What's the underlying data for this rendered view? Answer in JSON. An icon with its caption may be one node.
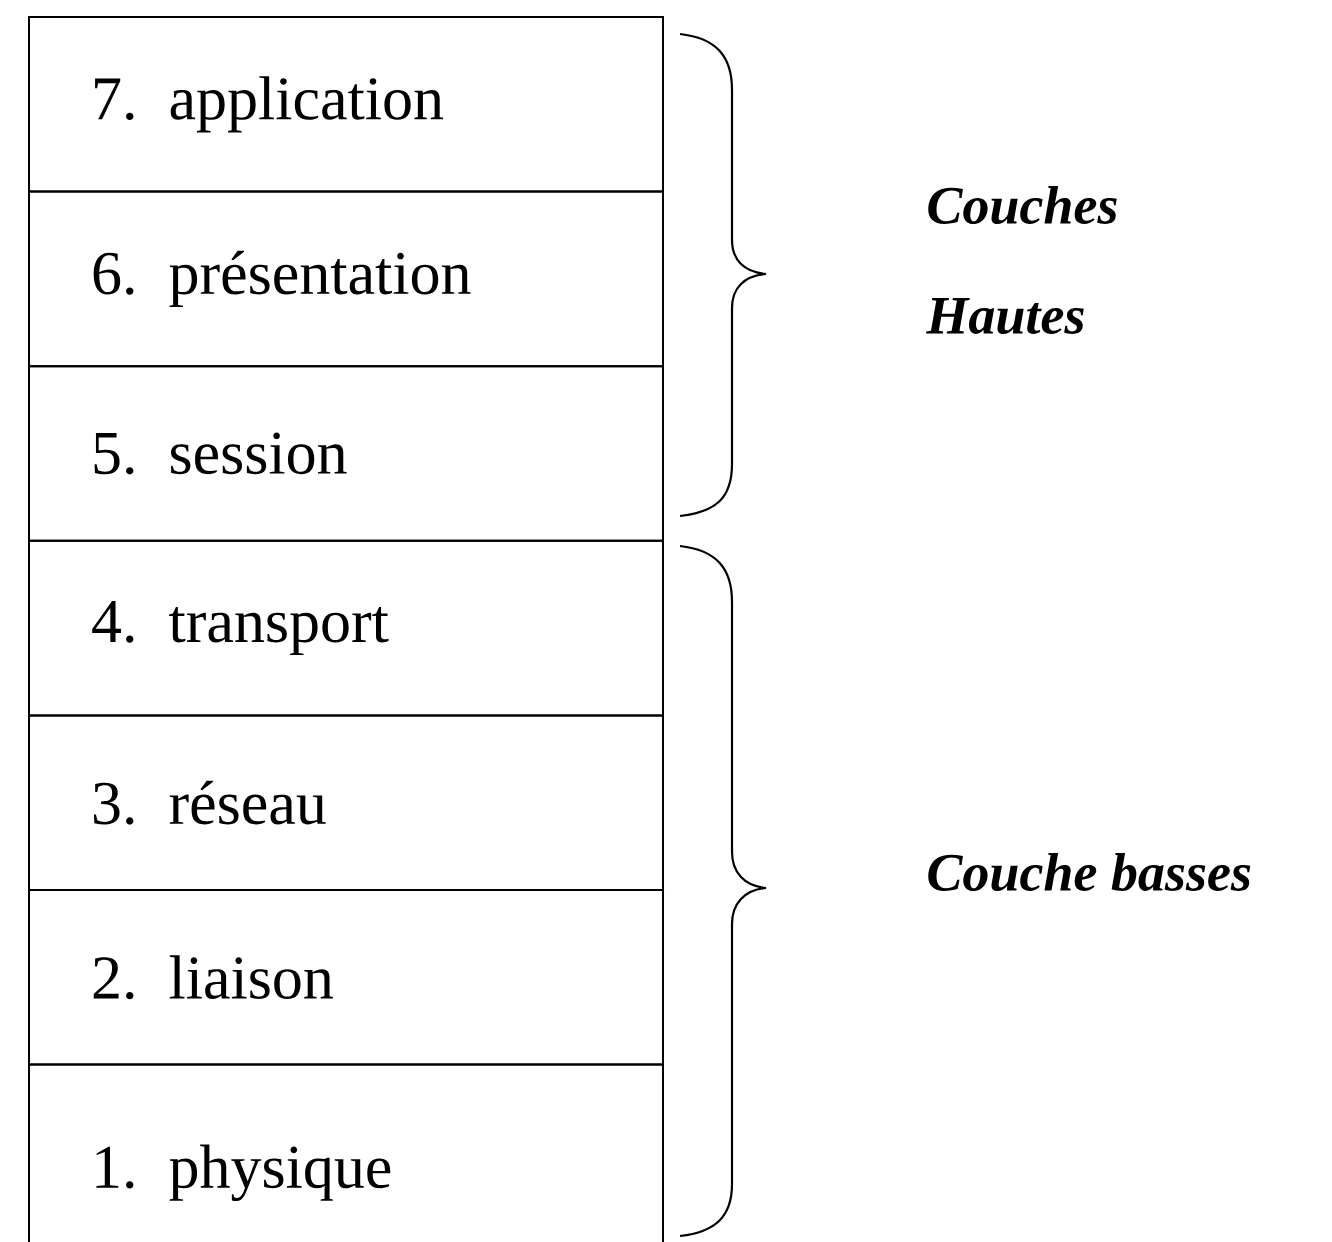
{
  "diagram": {
    "nodes": [
      {
        "text": [
          "7. application"
        ]
      },
      {
        "text": [
          "6. présentation"
        ]
      },
      {
        "text": [
          "5. session"
        ]
      },
      {
        "text": [
          "4. transport"
        ]
      },
      {
        "text": [
          "3. réseau"
        ]
      },
      {
        "text": [
          "2. liaison"
        ]
      },
      {
        "text": [
          "1. physique"
        ]
      }
    ],
    "labels": [
      "Couches Hautes",
      "Couche basses"
    ]
  }
}
